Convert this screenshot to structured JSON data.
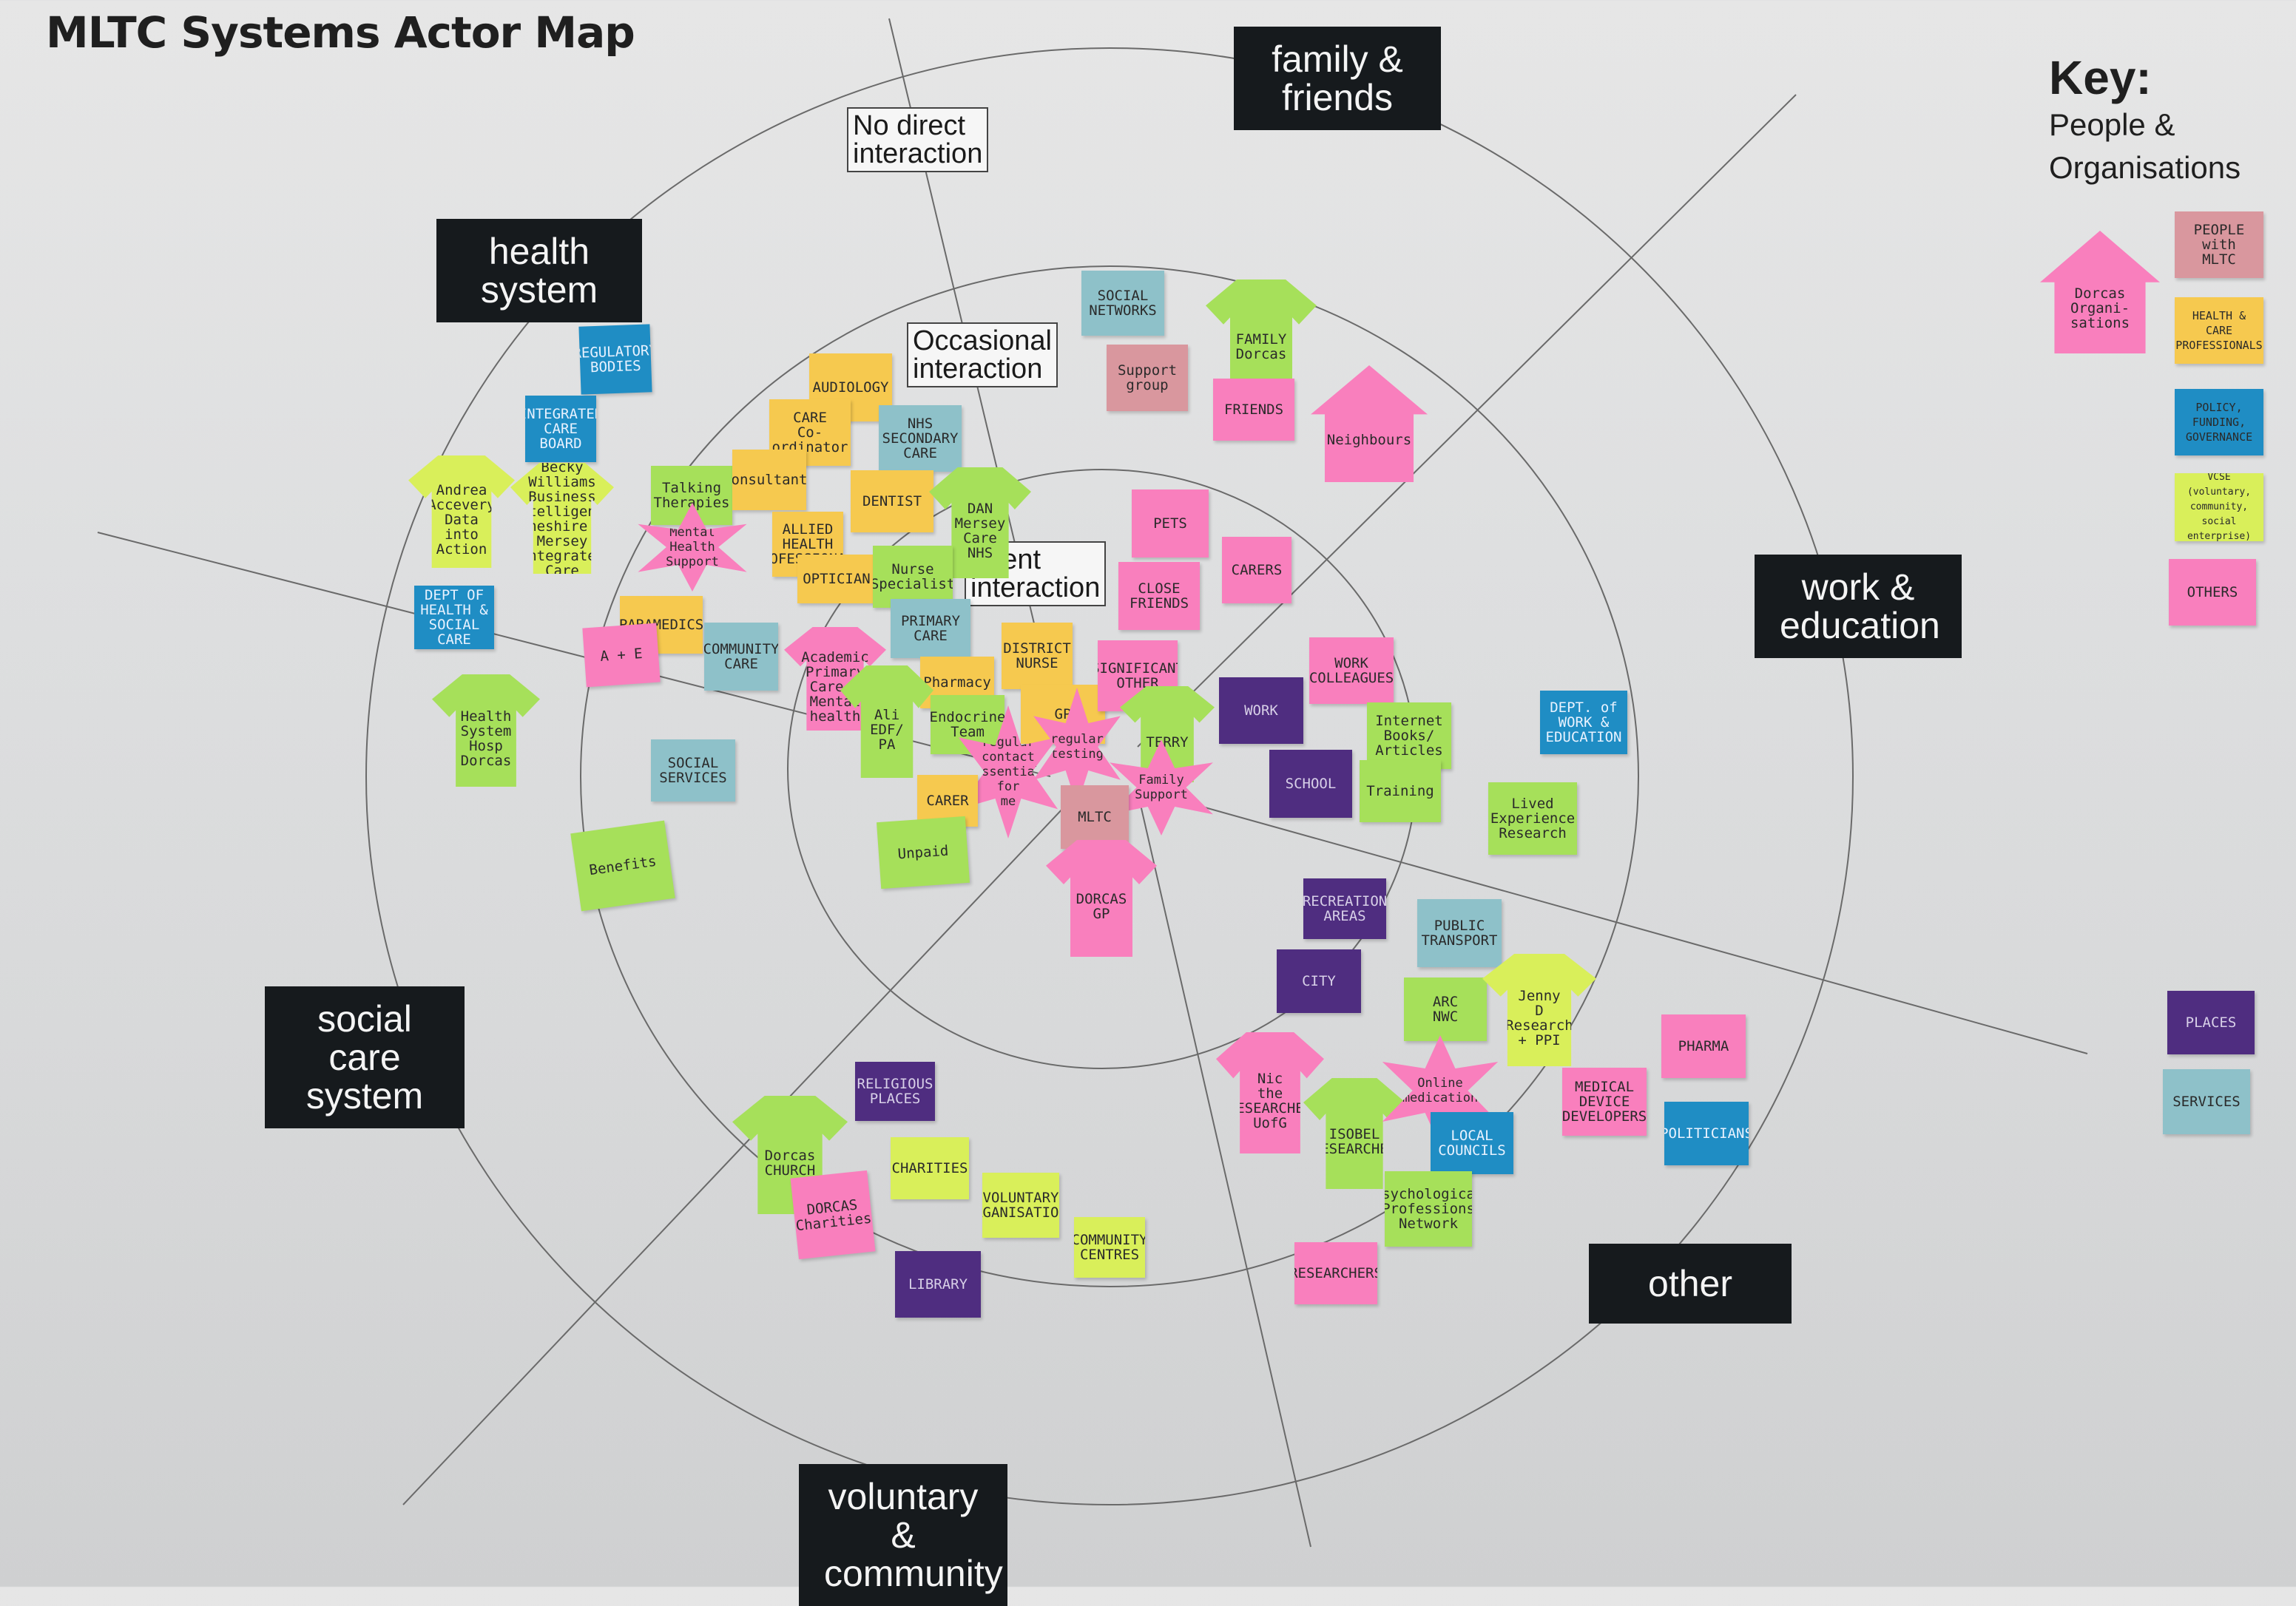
{
  "title": "MLTC Systems Actor Map",
  "colors": {
    "background": "#dedfe0",
    "sector_label_bg": "#161a1d",
    "sticky_pink": "#f97fbd",
    "sticky_dusty_pink": "#d9979e",
    "sticky_yellow": "#f6c94f",
    "sticky_blue": "#1f8dc4",
    "sticky_lime": "#d9ef5a",
    "sticky_green": "#a6e05a",
    "sticky_purple": "#4f2d80",
    "sticky_teal": "#8ec1c9"
  },
  "sectors": [
    {
      "id": "health",
      "label": "health\nsystem"
    },
    {
      "id": "family",
      "label": "family &\nfriends"
    },
    {
      "id": "work",
      "label": "work &\neducation"
    },
    {
      "id": "social",
      "label": "social care\nsystem"
    },
    {
      "id": "voluntary",
      "label": "voluntary &\ncommunity"
    },
    {
      "id": "other",
      "label": "other"
    }
  ],
  "rings": [
    {
      "id": "none",
      "label": "No direct\ninteraction"
    },
    {
      "id": "occasional",
      "label": "Occasional\ninteraction"
    },
    {
      "id": "frequent",
      "label": "quent\ninteraction"
    }
  ],
  "key": {
    "heading": "Key:",
    "subheading": "People &\nOrganisations",
    "items": [
      {
        "label": "PEOPLE\nwith\nMLTC",
        "color": "sticky_dusty_pink"
      },
      {
        "label": "HEALTH &\nCARE\nPROFESSIONALS",
        "color": "sticky_yellow"
      },
      {
        "label": "POLICY,\nFUNDING,\nGOVERNANCE",
        "color": "sticky_blue"
      },
      {
        "label": "VCSE\n(voluntary,\ncommunity,\nsocial enterprise)",
        "color": "sticky_lime"
      },
      {
        "label": "OTHERS",
        "color": "sticky_pink"
      },
      {
        "label": "PLACES",
        "color": "sticky_purple"
      },
      {
        "label": "SERVICES",
        "color": "sticky_teal"
      }
    ],
    "persona_house": "Dorcas\nOrgani-\nsations"
  },
  "notes": [
    {
      "id": "regulators",
      "text": "REGULATORY\nBODIES",
      "color": "sticky_blue"
    },
    {
      "id": "icb",
      "text": "INTEGRATED\nCARE\nBOARD",
      "color": "sticky_blue"
    },
    {
      "id": "andrea",
      "text": "Andrea\nAccevery\nData\ninto\nAction",
      "color": "sticky_lime"
    },
    {
      "id": "becky",
      "text": "Becky\nWilliams\nBusiness\nIntelligence\nCheshire & Mersey\nIntegrated Care\nBoard",
      "color": "sticky_lime"
    },
    {
      "id": "dhsc",
      "text": "DEPT OF\nHEALTH &\nSOCIAL CARE",
      "color": "sticky_blue"
    },
    {
      "id": "health-system-dorcas",
      "text": "Health\nSystem\nHosp\nDorcas",
      "color": "sticky_green"
    },
    {
      "id": "paramedics",
      "text": "PARAMEDICS",
      "color": "sticky_yellow"
    },
    {
      "id": "a-and-e",
      "text": "A + E",
      "color": "sticky_pink"
    },
    {
      "id": "talking-therapies",
      "text": "Talking\nTherapies",
      "color": "sticky_green"
    },
    {
      "id": "mental-health",
      "text": "Mental\nHealth\nSupport",
      "color": "sticky_pink"
    },
    {
      "id": "audiology",
      "text": "AUDIOLOGY",
      "color": "sticky_yellow"
    },
    {
      "id": "care-coordinator",
      "text": "CARE\nCo-ordinator",
      "color": "sticky_yellow"
    },
    {
      "id": "nhs-secondary",
      "text": "NHS\nSECONDARY\nCARE",
      "color": "sticky_teal"
    },
    {
      "id": "consultants",
      "text": "Consultants",
      "color": "sticky_yellow"
    },
    {
      "id": "allied",
      "text": "ALLIED\nHEALTH\nPROFESSIONALS",
      "color": "sticky_yellow"
    },
    {
      "id": "dentist",
      "text": "DENTIST",
      "color": "sticky_yellow"
    },
    {
      "id": "dan",
      "text": "DAN\nMersey\nCare\nNHS",
      "color": "sticky_green"
    },
    {
      "id": "optician",
      "text": "OPTICIAN",
      "color": "sticky_yellow"
    },
    {
      "id": "nurse",
      "text": "Nurse\nSpecialist",
      "color": "sticky_green"
    },
    {
      "id": "primary-care",
      "text": "PRIMARY\nCARE",
      "color": "sticky_teal"
    },
    {
      "id": "community-care",
      "text": "COMMUNITY\nCARE",
      "color": "sticky_teal"
    },
    {
      "id": "academic",
      "text": "Academic\nPrimary\nCare &\nMental\nhealth",
      "color": "sticky_pink"
    },
    {
      "id": "district-nurse",
      "text": "DISTRICT\nNURSE",
      "color": "sticky_yellow"
    },
    {
      "id": "pharmacy",
      "text": "Pharmacy",
      "color": "sticky_yellow"
    },
    {
      "id": "ali",
      "text": "Ali\nEDF/\nPA",
      "color": "sticky_green"
    },
    {
      "id": "endocrine",
      "text": "Endocrine\nTeam",
      "color": "sticky_green"
    },
    {
      "id": "gp",
      "text": "GP",
      "color": "sticky_yellow"
    },
    {
      "id": "significant-other",
      "text": "SIGNIFICANT\nOTHER",
      "color": "sticky_pink"
    },
    {
      "id": "terry",
      "text": "TERRY",
      "color": "sticky_green"
    },
    {
      "id": "regular-contact",
      "text": "regular\ncontact\nessential\nfor\nme",
      "color": "sticky_pink"
    },
    {
      "id": "regular-testing",
      "text": "regular\ntesting",
      "color": "sticky_pink"
    },
    {
      "id": "family-support",
      "text": "Family\nSupport",
      "color": "sticky_pink"
    },
    {
      "id": "mltc",
      "text": "MLTC",
      "color": "sticky_dusty_pink"
    },
    {
      "id": "carer",
      "text": "CARER",
      "color": "sticky_yellow"
    },
    {
      "id": "unpaid",
      "text": "Unpaid",
      "color": "sticky_green"
    },
    {
      "id": "dorcas-gp",
      "text": "DORCAS\nGP",
      "color": "sticky_pink"
    },
    {
      "id": "social-services",
      "text": "SOCIAL\nSERVICES",
      "color": "sticky_teal"
    },
    {
      "id": "benefits",
      "text": "Benefits",
      "color": "sticky_green"
    },
    {
      "id": "social-networks",
      "text": "SOCIAL\nNETWORKS",
      "color": "sticky_teal"
    },
    {
      "id": "family-dorcas",
      "text": "FAMILY\nDorcas",
      "color": "sticky_green"
    },
    {
      "id": "support-group",
      "text": "Support\ngroup",
      "color": "sticky_dusty_pink"
    },
    {
      "id": "friends",
      "text": "FRIENDS",
      "color": "sticky_pink"
    },
    {
      "id": "neighbours",
      "text": "Neighbours",
      "color": "sticky_pink"
    },
    {
      "id": "pets",
      "text": "PETS",
      "color": "sticky_pink"
    },
    {
      "id": "close-friends",
      "text": "CLOSE\nFRIENDS",
      "color": "sticky_pink"
    },
    {
      "id": "carers",
      "text": "CARERS",
      "color": "sticky_pink"
    },
    {
      "id": "work-colleagues",
      "text": "WORK\nCOLLEAGUES",
      "color": "sticky_pink"
    },
    {
      "id": "work",
      "text": "WORK",
      "color": "sticky_purple"
    },
    {
      "id": "internet",
      "text": "Internet\nBooks/\nArticles",
      "color": "sticky_green"
    },
    {
      "id": "school",
      "text": "SCHOOL",
      "color": "sticky_purple"
    },
    {
      "id": "training",
      "text": "Training",
      "color": "sticky_green"
    },
    {
      "id": "dwe",
      "text": "DEPT. of\nWORK &\nEDUCATION",
      "color": "sticky_blue"
    },
    {
      "id": "lived-experience",
      "text": "Lived\nExperience\nResearch",
      "color": "sticky_green"
    },
    {
      "id": "recreation",
      "text": "RECREATION\nAREAS",
      "color": "sticky_purple"
    },
    {
      "id": "public-transport",
      "text": "PUBLIC\nTRANSPORT",
      "color": "sticky_teal"
    },
    {
      "id": "city",
      "text": "CITY",
      "color": "sticky_purple"
    },
    {
      "id": "arc-nwc",
      "text": "ARC\nNWC",
      "color": "sticky_green"
    },
    {
      "id": "jenny",
      "text": "Jenny\nD\nResearch\n+ PPI",
      "color": "sticky_lime"
    },
    {
      "id": "pharma",
      "text": "PHARMA",
      "color": "sticky_pink"
    },
    {
      "id": "nic",
      "text": "Nic\nthe\nRESEARCHER\nUofG",
      "color": "sticky_pink"
    },
    {
      "id": "isobel",
      "text": "ISOBEL\nRESEARCHER",
      "color": "sticky_green"
    },
    {
      "id": "online",
      "text": "Online\nmedication",
      "color": "sticky_pink"
    },
    {
      "id": "councils",
      "text": "LOCAL\nCOUNCILS",
      "color": "sticky_blue"
    },
    {
      "id": "med-device",
      "text": "MEDICAL\nDEVICE\nDEVELOPERS",
      "color": "sticky_pink"
    },
    {
      "id": "politicians",
      "text": "POLITICIANS",
      "color": "sticky_blue"
    },
    {
      "id": "psych",
      "text": "Psychological\nProfessions\nNetwork",
      "color": "sticky_green"
    },
    {
      "id": "researchers",
      "text": "RESEARCHERS",
      "color": "sticky_pink"
    },
    {
      "id": "religious",
      "text": "RELIGIOUS\nPLACES",
      "color": "sticky_purple"
    },
    {
      "id": "dorcas-church",
      "text": "Dorcas\nCHURCH",
      "color": "sticky_green"
    },
    {
      "id": "dorcas-charities",
      "text": "DORCAS\nCharities",
      "color": "sticky_pink"
    },
    {
      "id": "charities",
      "text": "CHARITIES",
      "color": "sticky_lime"
    },
    {
      "id": "voluntary-orgs",
      "text": "VOLUNTARY\nORGANISATIONS",
      "color": "sticky_lime"
    },
    {
      "id": "community-centres",
      "text": "COMMUNITY\nCENTRES",
      "color": "sticky_lime"
    },
    {
      "id": "library",
      "text": "LIBRARY",
      "color": "sticky_purple"
    }
  ]
}
